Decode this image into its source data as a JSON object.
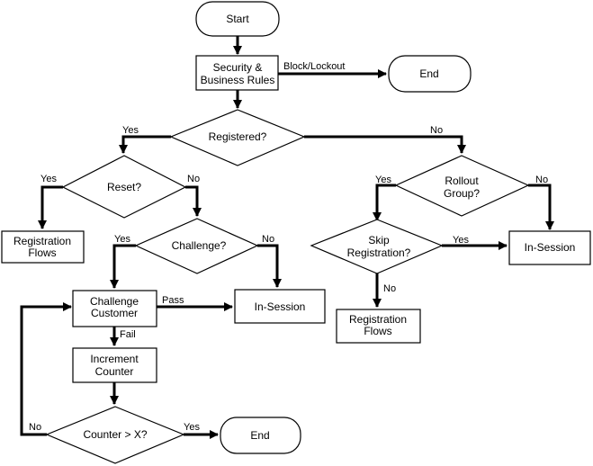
{
  "colors": {
    "line": "#000000",
    "fill": "#ffffff",
    "background": "#ffffff"
  },
  "nodes": {
    "start": {
      "lines": [
        "Start"
      ]
    },
    "security": {
      "lines": [
        "Security &",
        "Business Rules"
      ]
    },
    "end_top": {
      "lines": [
        "End"
      ]
    },
    "registered": {
      "lines": [
        "Registered?"
      ]
    },
    "reset": {
      "lines": [
        "Reset?"
      ]
    },
    "registration_flows_left": {
      "lines": [
        "Registration",
        "Flows"
      ]
    },
    "challenge_q": {
      "lines": [
        "Challenge?"
      ]
    },
    "challenge_customer": {
      "lines": [
        "Challenge",
        "Customer"
      ]
    },
    "in_session_left": {
      "lines": [
        "In-Session"
      ]
    },
    "increment_counter": {
      "lines": [
        "Increment",
        "Counter"
      ]
    },
    "counter_q": {
      "lines": [
        "Counter > X?"
      ]
    },
    "end_bottom": {
      "lines": [
        "End"
      ]
    },
    "rollout_group": {
      "lines": [
        "Rollout",
        "Group?"
      ]
    },
    "skip_registration": {
      "lines": [
        "Skip",
        "Registration?"
      ]
    },
    "in_session_right": {
      "lines": [
        "In-Session"
      ]
    },
    "registration_flows_right": {
      "lines": [
        "Registration",
        "Flows"
      ]
    }
  },
  "edges": {
    "block_lockout": "Block/Lockout",
    "registered_yes": "Yes",
    "registered_no": "No",
    "reset_yes": "Yes",
    "reset_no": "No",
    "challenge_yes": "Yes",
    "challenge_no": "No",
    "pass": "Pass",
    "fail": "Fail",
    "counter_no": "No",
    "counter_yes": "Yes",
    "rollout_yes": "Yes",
    "rollout_no": "No",
    "skip_yes": "Yes",
    "skip_no": "No"
  }
}
